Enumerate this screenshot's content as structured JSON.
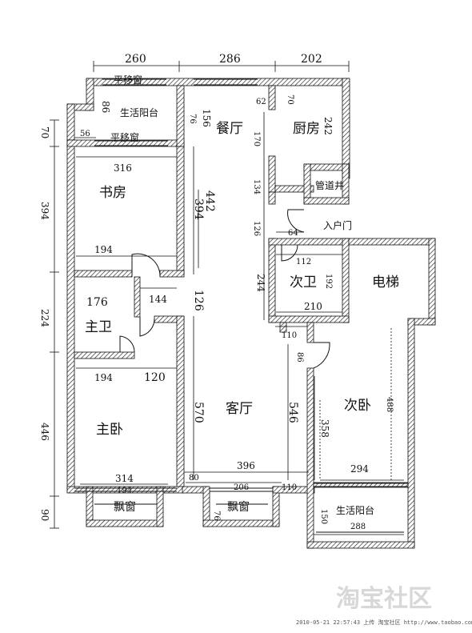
{
  "rooms": {
    "dining": "餐厅",
    "kitchen": "厨房",
    "pipe_well": "管道井",
    "entry_door": "入户门",
    "study": "书房",
    "balcony_top": "生活阳台",
    "sliding_window_1": "平移窗",
    "sliding_window_2": "平移窗",
    "secondary_bath": "次卫",
    "elevator": "电梯",
    "master_bath": "主卫",
    "living": "客厅",
    "second_bedroom": "次卧",
    "master_bedroom": "主卧",
    "bay_window_left": "飘窗",
    "bay_window_mid": "飘窗",
    "balcony_bottom": "生活阳台"
  },
  "dims": {
    "top_260": "260",
    "top_286": "286",
    "top_202": "202",
    "d86": "86",
    "d56": "56",
    "d70_left": "70",
    "d62": "62",
    "d70_k": "70",
    "d156": "156",
    "d76_top": "76",
    "d170": "170",
    "d242": "242",
    "d134": "134",
    "d126_a": "126",
    "d64": "64",
    "d112": "112",
    "d192": "192",
    "d244": "244",
    "d210": "210",
    "d316": "316",
    "d442": "442",
    "d394_in": "394",
    "d394_left": "394",
    "d194_study": "194",
    "d176": "176",
    "d144": "144",
    "d126_b": "126",
    "d224": "224",
    "d110_a": "110",
    "d86_b": "86",
    "d194_mb": "194",
    "d120": "120",
    "d570": "570",
    "d546": "546",
    "d488": "488",
    "d358": "358",
    "d446": "446",
    "d294": "294",
    "d396": "396",
    "d314": "314",
    "d194_bay": "194",
    "d80": "80",
    "d206": "206",
    "d110_b": "110",
    "d76_bay": "76",
    "d150": "150",
    "d288": "288",
    "d90": "90"
  },
  "footer": "2010-05-21 22:57:43 上传 淘宝社区 http://www.taobao.com",
  "watermark": "淘宝社区"
}
